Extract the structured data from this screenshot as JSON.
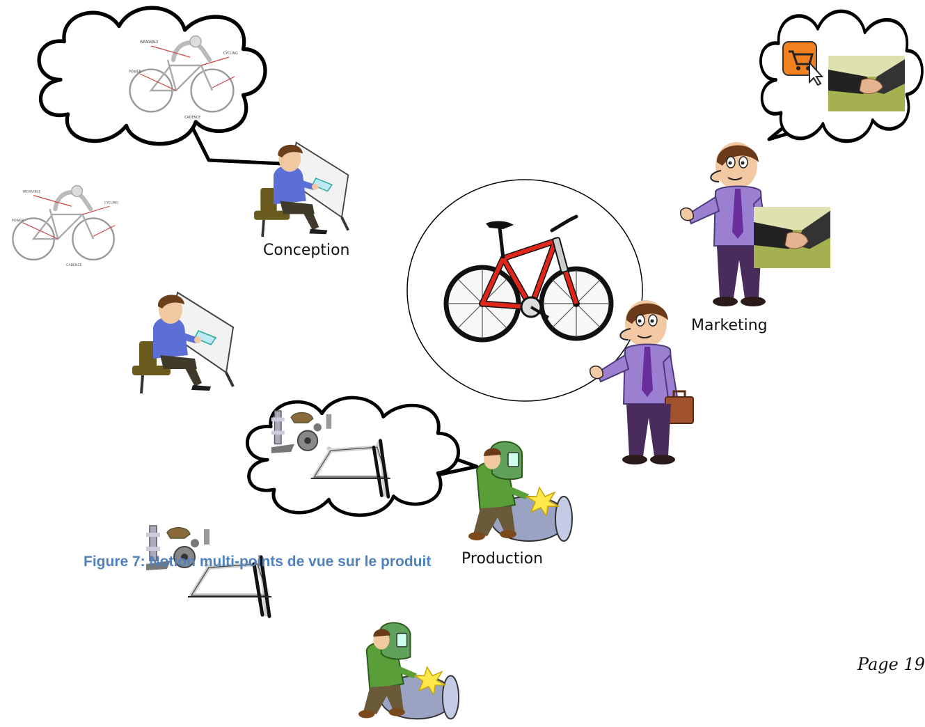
{
  "labels": {
    "conception": "Conception",
    "marketing": "Marketing",
    "production": "Production"
  },
  "caption": "Figure 7: Notion multi-points de vue sur le produit",
  "page_number": "Page 19",
  "icons": [
    "bicycle-icon",
    "designer-at-drafting-table-icon",
    "businessman-icon",
    "welder-icon",
    "thought-bubble-icon",
    "shopping-cart-icon",
    "handshake-icon",
    "bike-sensor-diagram-icon",
    "bike-parts-icon"
  ],
  "colors": {
    "caption": "#4f81bd",
    "bike_frame": "#e0261b",
    "shirt_purple": "#9b7fd1",
    "shirt_blue": "#5b6fd6",
    "shirt_green": "#5a9e3a"
  }
}
